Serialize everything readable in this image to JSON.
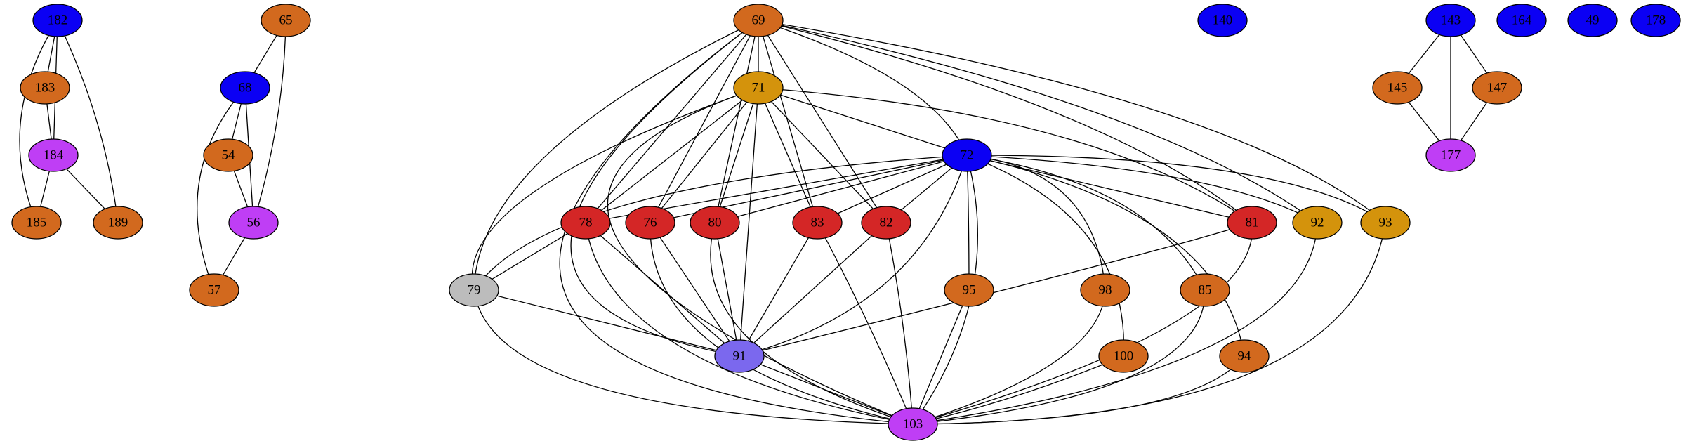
{
  "colors": {
    "blue": "#0b00f4",
    "orange": "#d2691e",
    "violet": "#bf3ef5",
    "gold": "#d4930c",
    "red": "#d42626",
    "gray": "#bcbcbc",
    "slate": "#7b68ee"
  },
  "nodes": [
    {
      "id": "182",
      "color": "blue"
    },
    {
      "id": "183",
      "color": "orange"
    },
    {
      "id": "184",
      "color": "violet"
    },
    {
      "id": "185",
      "color": "orange"
    },
    {
      "id": "189",
      "color": "orange"
    },
    {
      "id": "65",
      "color": "orange"
    },
    {
      "id": "68",
      "color": "blue"
    },
    {
      "id": "54",
      "color": "orange"
    },
    {
      "id": "56",
      "color": "violet"
    },
    {
      "id": "57",
      "color": "orange"
    },
    {
      "id": "69",
      "color": "orange"
    },
    {
      "id": "71",
      "color": "gold"
    },
    {
      "id": "72",
      "color": "blue"
    },
    {
      "id": "78",
      "color": "red"
    },
    {
      "id": "76",
      "color": "red"
    },
    {
      "id": "80",
      "color": "red"
    },
    {
      "id": "83",
      "color": "red"
    },
    {
      "id": "82",
      "color": "red"
    },
    {
      "id": "81",
      "color": "red"
    },
    {
      "id": "92",
      "color": "gold"
    },
    {
      "id": "93",
      "color": "gold"
    },
    {
      "id": "79",
      "color": "gray"
    },
    {
      "id": "95",
      "color": "orange"
    },
    {
      "id": "98",
      "color": "orange"
    },
    {
      "id": "85",
      "color": "orange"
    },
    {
      "id": "91",
      "color": "slate"
    },
    {
      "id": "100",
      "color": "orange"
    },
    {
      "id": "94",
      "color": "orange"
    },
    {
      "id": "103",
      "color": "violet"
    },
    {
      "id": "140",
      "color": "blue"
    },
    {
      "id": "143",
      "color": "blue"
    },
    {
      "id": "145",
      "color": "orange"
    },
    {
      "id": "147",
      "color": "orange"
    },
    {
      "id": "177",
      "color": "violet"
    },
    {
      "id": "164",
      "color": "blue"
    },
    {
      "id": "49",
      "color": "blue"
    },
    {
      "id": "178",
      "color": "blue"
    }
  ],
  "edges": [
    [
      "182",
      "183"
    ],
    [
      "182",
      "184"
    ],
    [
      "182",
      "185"
    ],
    [
      "182",
      "189"
    ],
    [
      "183",
      "184"
    ],
    [
      "184",
      "185"
    ],
    [
      "184",
      "189"
    ],
    [
      "65",
      "68"
    ],
    [
      "65",
      "56"
    ],
    [
      "68",
      "54"
    ],
    [
      "68",
      "56"
    ],
    [
      "68",
      "57"
    ],
    [
      "54",
      "56"
    ],
    [
      "56",
      "57"
    ],
    [
      "69",
      "71"
    ],
    [
      "69",
      "72"
    ],
    [
      "69",
      "78"
    ],
    [
      "69",
      "76"
    ],
    [
      "69",
      "80"
    ],
    [
      "69",
      "83"
    ],
    [
      "69",
      "82"
    ],
    [
      "69",
      "81"
    ],
    [
      "69",
      "92"
    ],
    [
      "69",
      "93"
    ],
    [
      "69",
      "79"
    ],
    [
      "69",
      "91"
    ],
    [
      "69",
      "103"
    ],
    [
      "71",
      "72"
    ],
    [
      "71",
      "78"
    ],
    [
      "71",
      "76"
    ],
    [
      "71",
      "80"
    ],
    [
      "71",
      "83"
    ],
    [
      "71",
      "82"
    ],
    [
      "71",
      "81"
    ],
    [
      "71",
      "79"
    ],
    [
      "71",
      "91"
    ],
    [
      "71",
      "103"
    ],
    [
      "72",
      "78"
    ],
    [
      "72",
      "76"
    ],
    [
      "72",
      "80"
    ],
    [
      "72",
      "83"
    ],
    [
      "72",
      "82"
    ],
    [
      "72",
      "81"
    ],
    [
      "72",
      "92"
    ],
    [
      "72",
      "93"
    ],
    [
      "72",
      "79"
    ],
    [
      "72",
      "95"
    ],
    [
      "72",
      "98"
    ],
    [
      "72",
      "85"
    ],
    [
      "72",
      "91"
    ],
    [
      "72",
      "100"
    ],
    [
      "72",
      "94"
    ],
    [
      "72",
      "103"
    ],
    [
      "78",
      "79"
    ],
    [
      "78",
      "91"
    ],
    [
      "78",
      "103"
    ],
    [
      "76",
      "91"
    ],
    [
      "76",
      "103"
    ],
    [
      "80",
      "91"
    ],
    [
      "80",
      "103"
    ],
    [
      "83",
      "91"
    ],
    [
      "83",
      "103"
    ],
    [
      "82",
      "91"
    ],
    [
      "82",
      "103"
    ],
    [
      "81",
      "91"
    ],
    [
      "81",
      "103"
    ],
    [
      "92",
      "103"
    ],
    [
      "93",
      "103"
    ],
    [
      "79",
      "91"
    ],
    [
      "79",
      "103"
    ],
    [
      "95",
      "103"
    ],
    [
      "98",
      "103"
    ],
    [
      "85",
      "103"
    ],
    [
      "91",
      "103"
    ],
    [
      "100",
      "103"
    ],
    [
      "94",
      "103"
    ],
    [
      "143",
      "145"
    ],
    [
      "143",
      "147"
    ],
    [
      "143",
      "177"
    ],
    [
      "145",
      "177"
    ],
    [
      "147",
      "177"
    ]
  ]
}
